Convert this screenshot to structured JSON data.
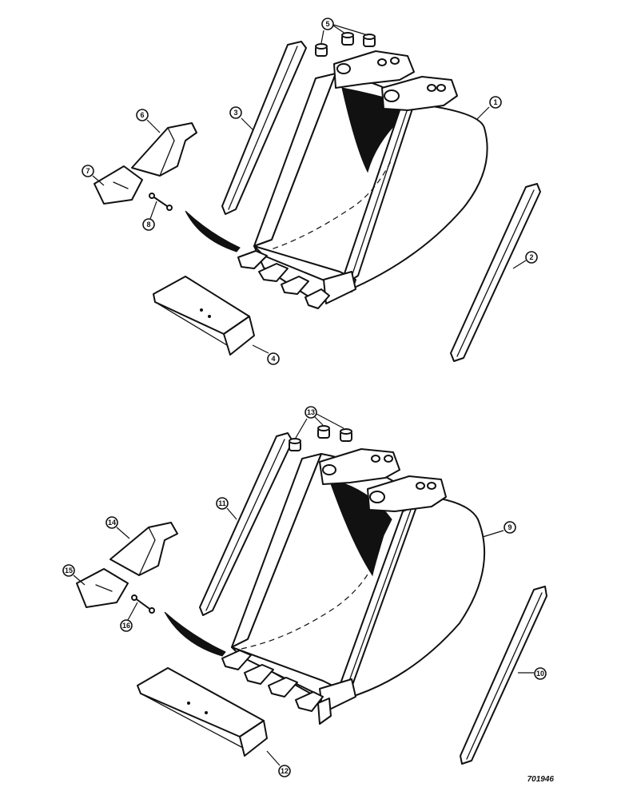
{
  "callouts": {
    "c1": "1",
    "c2": "2",
    "c3": "3",
    "c4": "4",
    "c5": "5",
    "c6": "6",
    "c7": "7",
    "c8": "8",
    "c9": "9",
    "c10": "10",
    "c11": "11",
    "c12": "12",
    "c13": "13",
    "c14": "14",
    "c15": "15",
    "c16": "16"
  },
  "drawing_number": "701946"
}
